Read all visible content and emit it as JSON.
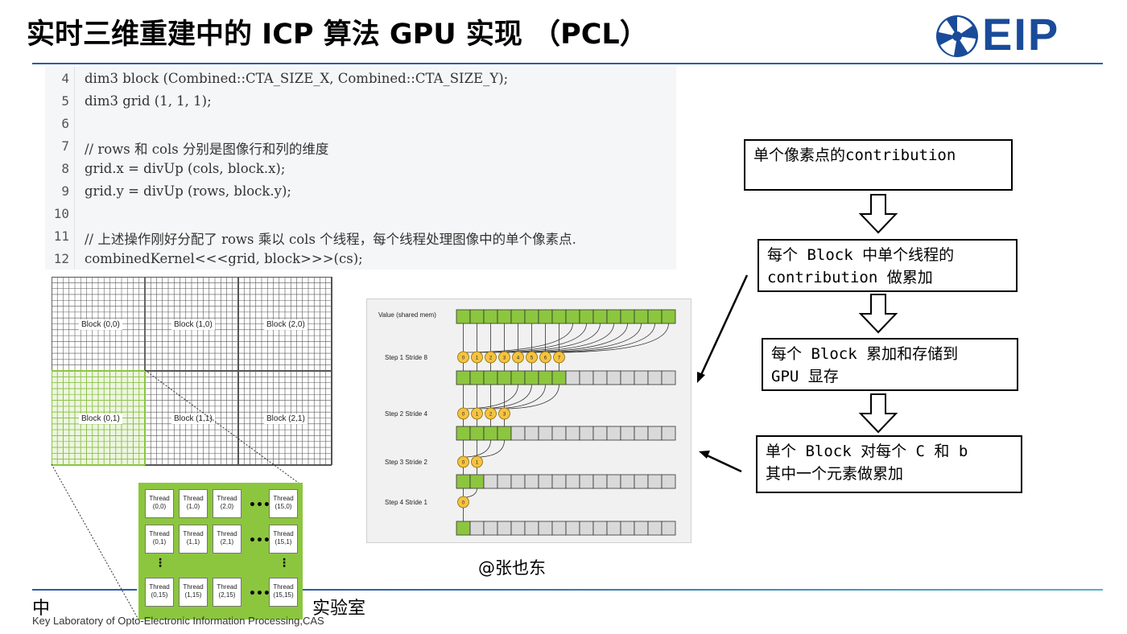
{
  "slide": {
    "title": "实时三维重建中的 ICP 算法 GPU 实现 （PCL）",
    "logo_text": "EIP",
    "credit": "@张也东",
    "footer_cn_left": "中",
    "footer_cn_right": "实验室",
    "footer_en_left": "Key Laboratory of Opto-Electronic Information Processing,CAS",
    "accent_color": "#2a5caa"
  },
  "code": {
    "lines": [
      {
        "n": "4",
        "text": "dim3 block (Combined::CTA_SIZE_X, Combined::CTA_SIZE_Y);"
      },
      {
        "n": "5",
        "text": "dim3 grid (1, 1, 1);"
      },
      {
        "n": "6",
        "text": ""
      },
      {
        "n": "7",
        "text": "//  rows 和 cols 分别是图像行和列的维度"
      },
      {
        "n": "8",
        "text": "grid.x = divUp (cols, block.x);"
      },
      {
        "n": "9",
        "text": "grid.y = divUp (rows, block.y);"
      },
      {
        "n": "10",
        "text": ""
      },
      {
        "n": "11",
        "text": "// 上述操作刚好分配了 rows 乘以 cols 个线程，每个线程处理图像中的单个像素点."
      },
      {
        "n": "12",
        "text": "combinedKernel<<<grid, block>>>(cs);"
      }
    ]
  },
  "grid_figure": {
    "blocks": [
      "Block (0,0)",
      "Block (1,0)",
      "Block (2,0)",
      "Block (0,1)",
      "Block (1,1)",
      "Block (2,1)"
    ],
    "threads": [
      "Thread\n(0,0)",
      "Thread\n(1,0)",
      "Thread\n(2,0)",
      "Thread\n(15,0)",
      "Thread\n(0,1)",
      "Thread\n(1,1)",
      "Thread\n(2,1)",
      "Thread\n(15,1)",
      "Thread\n(0,15)",
      "Thread\n(1,15)",
      "Thread\n(2,15)",
      "Thread\n(15,15)"
    ],
    "ellipsis_h": "•••",
    "ellipsis_v": "⋮",
    "highlight_color": "#8cc63f"
  },
  "reduction": {
    "value_label": "Value (shared mem)",
    "steps": [
      {
        "label": "Step 1  Stride 8",
        "active": 8
      },
      {
        "label": "Step 2  Stride 4",
        "active": 4
      },
      {
        "label": "Step 3  Stride 2",
        "active": 2
      },
      {
        "label": "Step 4  Stride 1",
        "active": 1
      }
    ],
    "cells": 16,
    "thread_ids": [
      "0",
      "1",
      "2",
      "3",
      "4",
      "5",
      "6",
      "7"
    ],
    "active_color": "#8cc63f",
    "inactive_color": "#d9d9d9",
    "thread_color": "#f5c242"
  },
  "flow": {
    "box1": "单个像素点的contribution",
    "box2": "每个 Block 中单个线程的\ncontribution 做累加",
    "box3": "每个 Block 累加和存储到\nGPU 显存",
    "box4": "单个 Block 对每个 C 和 b\n其中一个元素做累加"
  }
}
